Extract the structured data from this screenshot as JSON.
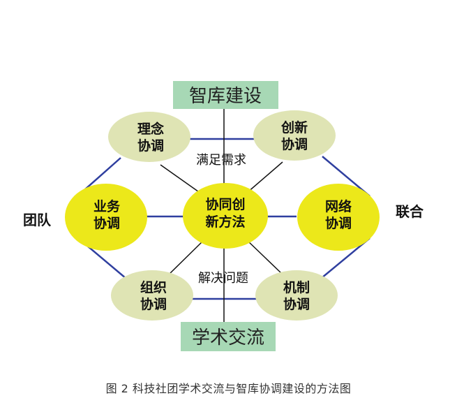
{
  "diagram": {
    "top_box": "智库建设",
    "bottom_box": "学术交流",
    "center": [
      "协同创",
      "新方法"
    ],
    "nodes": {
      "top_left": [
        "理念",
        "协调"
      ],
      "top_right": [
        "创新",
        "协调"
      ],
      "left": [
        "业务",
        "协调"
      ],
      "right": [
        "网络",
        "协调"
      ],
      "bottom_left": [
        "组织",
        "协调"
      ],
      "bottom_right": [
        "机制",
        "协调"
      ]
    },
    "side_left": "团队",
    "side_right": "联合",
    "mid_top_label": "满足需求",
    "mid_bottom_label": "解决问题"
  },
  "caption": "图 2  科技社团学术交流与智库协调建设的方法图",
  "colors": {
    "yellow": "#ece81a",
    "pale": "#dfe4b4",
    "green_box": "#a7d8b5",
    "blue_line": "#2f3f9f",
    "black_line": "#111111"
  }
}
